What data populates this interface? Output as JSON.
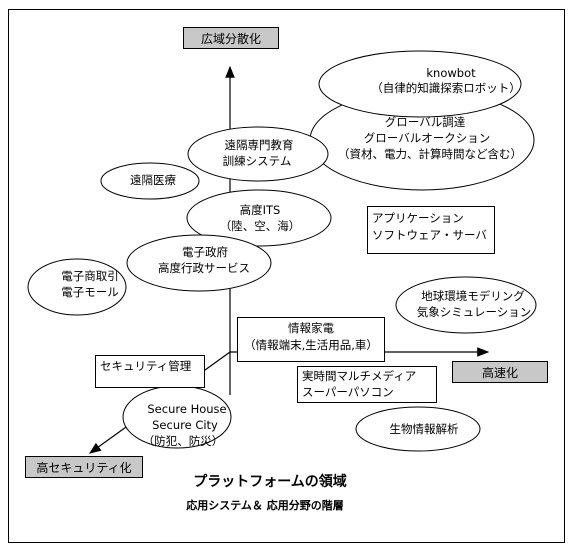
{
  "axes": {
    "up": "広域分散化",
    "right": "高速化",
    "down_left": "高セキュリティ化"
  },
  "nodes": {
    "knowbot": [
      "knowbot",
      "（自律的知識探索ロボット）"
    ],
    "global": [
      "グローバル調達",
      "グローバルオークション",
      "（資材、電力、計算時間など含む）"
    ],
    "remote_edu": [
      "遠隔専門教育",
      "訓練システム"
    ],
    "remote_med": [
      "遠隔医療"
    ],
    "its": [
      "高度ITS",
      "（陸、空、海）"
    ],
    "egov": [
      "電子政府",
      "高度行政サービス"
    ],
    "ecommerce": [
      "電子商取引",
      "電子モール"
    ],
    "app": [
      "アプリケーション",
      "ソフトウェア・サーバ"
    ],
    "earth": [
      "地球環境モデリング",
      "気象シミュレーション"
    ],
    "appliance": [
      "情報家電",
      "（情報端末,生活用品,車）"
    ],
    "security_mgmt": [
      "セキュリティ管理"
    ],
    "multimedia": [
      "実時間マルチメディア",
      "スーパーパソコン"
    ],
    "secure_house": [
      "Secure House",
      "Secure City",
      "（防犯、防災）"
    ],
    "bio": [
      "生物情報解析"
    ]
  },
  "caption": {
    "title": "プラットフォームの領域",
    "subtitle": "応用システム＆ 応用分野の階層"
  }
}
